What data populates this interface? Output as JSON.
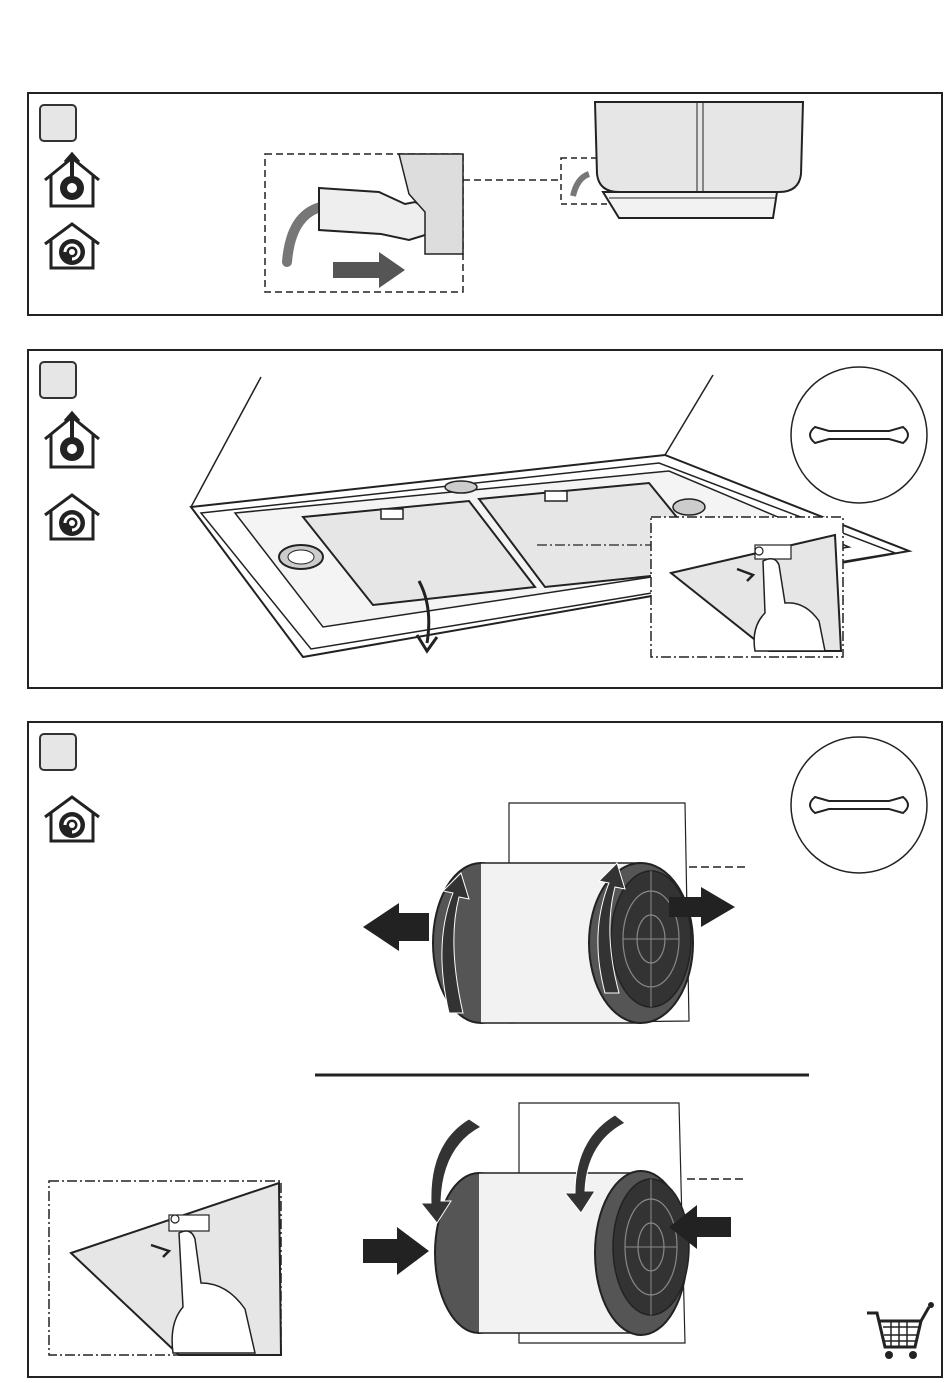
{
  "panels": [
    {
      "id": 1,
      "step_label": "",
      "modes": [
        "ducted-extraction-icon",
        "recirculation-icon"
      ],
      "tools": []
    },
    {
      "id": 2,
      "step_label": "",
      "modes": [
        "ducted-extraction-icon",
        "recirculation-icon"
      ],
      "tools": [
        "wrench-icon"
      ]
    },
    {
      "id": 3,
      "step_label": "",
      "modes": [
        "recirculation-icon"
      ],
      "tools": [
        "wrench-icon"
      ],
      "extra": [
        "shopping-cart-icon"
      ]
    }
  ],
  "colors": {
    "line": "#222222",
    "fill_light": "#e6e6e6",
    "fill_mid": "#cfcfcf",
    "fill_dark": "#555555",
    "arrow": "#555555"
  }
}
